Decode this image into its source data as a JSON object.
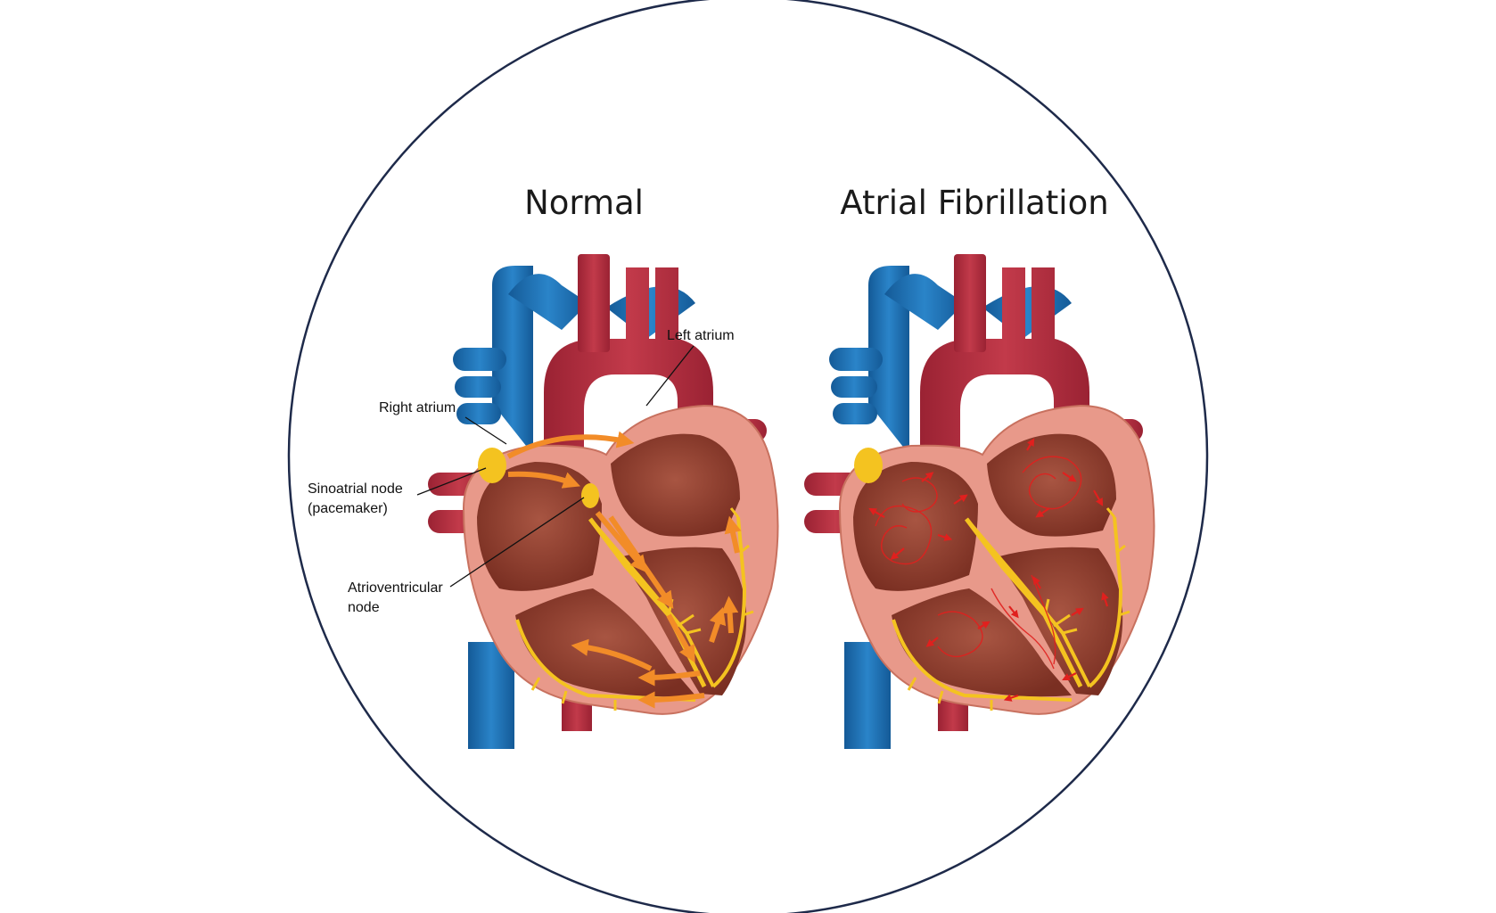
{
  "titles": {
    "normal": "Normal",
    "afib": "Atrial Fibrillation"
  },
  "labels": {
    "left_atrium": "Left atrium",
    "right_atrium": "Right atrium",
    "sa_node_line1": "Sinoatrial node",
    "sa_node_line2": "(pacemaker)",
    "av_node_line1": "Atrioventricular",
    "av_node_line2": "node"
  },
  "colors": {
    "vein_blue": "#1a6fb5",
    "artery_red": "#b32b3d",
    "muscle_pink": "#e8998a",
    "chamber_brown": "#8e3d2c",
    "node_yellow": "#f4c320",
    "signal_orange": "#f28c28",
    "chaos_red": "#e0201e",
    "circle_outline": "#1e2a4a"
  }
}
